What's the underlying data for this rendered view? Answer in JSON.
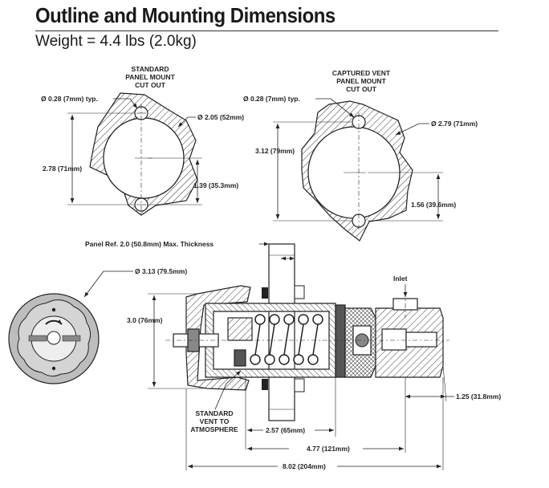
{
  "header": {
    "title": "Outline and Mounting Dimensions",
    "weight": "Weight = 4.4 lbs (2.0kg)"
  },
  "standard_cutout": {
    "heading_line1": "STANDARD",
    "heading_line2": "PANEL MOUNT",
    "heading_line3": "CUT OUT",
    "hole_dia": "Ø 0.28 (7mm) typ.",
    "bore_dia": "Ø 2.05 (52mm)",
    "height": "2.78 (71mm)",
    "half_height": "1.39 (35.3mm)"
  },
  "captured_cutout": {
    "heading_line1": "CAPTURED VENT",
    "heading_line2": "PANEL MOUNT",
    "heading_line3": "CUT OUT",
    "hole_dia": "Ø 0.28 (7mm) typ.",
    "bore_dia": "Ø 2.79 (71mm)",
    "height": "3.12 (79mm)",
    "half_height": "1.56 (39.6mm)"
  },
  "side_view": {
    "panel_ref": "Panel Ref. 2.0 (50.8mm) Max. Thickness",
    "knob_dia": "Ø 3.13 (79.5mm)",
    "height": "3.0 (76mm)",
    "inlet": "Inlet",
    "inlet_offset": "1.25 (31.8mm)",
    "vent_line1": "STANDARD",
    "vent_line2": "VENT TO",
    "vent_line3": "ATMOSPHERE",
    "len_body": "2.57 (65mm)",
    "len_mid": "4.77 (121mm)",
    "len_overall": "8.02 (204mm)"
  },
  "colors": {
    "ink": "#222222",
    "hatch": "#333333",
    "gray_fill": "#bdbdbd",
    "dark_fill": "#555555"
  }
}
